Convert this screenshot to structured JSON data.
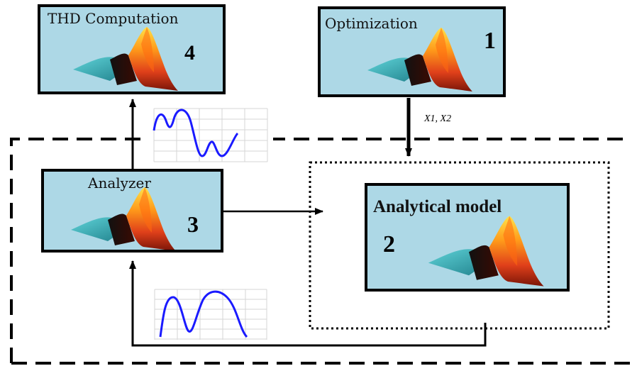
{
  "blocks": {
    "thd": {
      "title": "THD Computation",
      "number": "4"
    },
    "optimization": {
      "title": "Optimization",
      "number": "1"
    },
    "analyzer": {
      "title": "Analyzer",
      "number": "3"
    },
    "model": {
      "title": "Analytical model",
      "number": "2"
    }
  },
  "signal_label": "X1, X2",
  "icons": {
    "block_icon": "matlab-membrane-logo-icon",
    "waveform_top": "sine-waveform-plot-icon",
    "waveform_bottom": "double-hump-waveform-plot-icon"
  },
  "colors": {
    "block_fill": "#add8e6",
    "block_border": "#000000",
    "waveform": "#1a1aff"
  }
}
